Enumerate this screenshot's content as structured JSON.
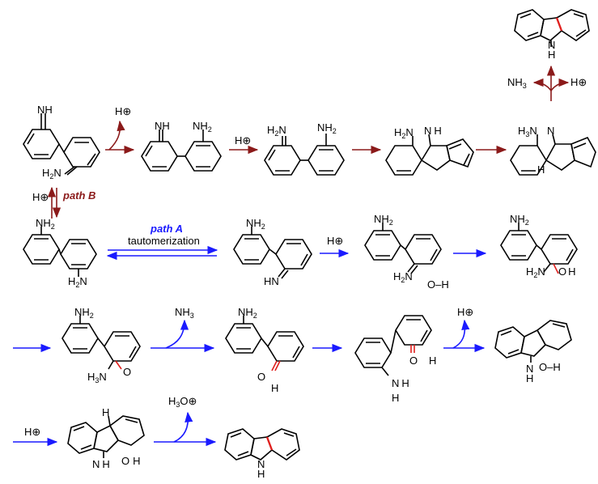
{
  "labels": {
    "iminium_top": "NH",
    "amine_top": "NH2",
    "h_plus": "H⊕",
    "nh3": "NH3",
    "h3o": "H3O⊕",
    "nh_carbazole": "N",
    "h": "H",
    "oh": "O–H",
    "o_h": "O",
    "plus": "⊕"
  },
  "arrows": {
    "path_a": "path A",
    "tautomerization": "tautomerization",
    "path_b": "path B"
  },
  "colors": {
    "path_a_arrow": "#1a1aff",
    "path_b_arrow": "#8b1a1a",
    "bond_highlight": "#e0201e",
    "bonds": "#000000"
  }
}
